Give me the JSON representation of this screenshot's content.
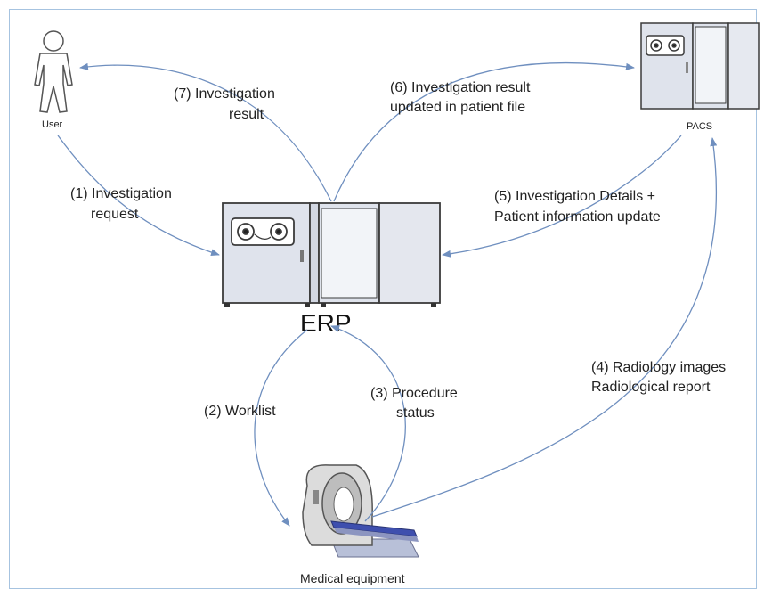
{
  "colors": {
    "arrow": "#6f8fbf",
    "border": "#a6c3e0",
    "machine_fill": "#dfe3ec",
    "machine_stroke": "#3b3b3b"
  },
  "nodes": {
    "user": {
      "label": "User",
      "icon": "person-icon"
    },
    "pacs": {
      "label": "PACS",
      "icon": "server-cabinet-icon"
    },
    "erp": {
      "label": "ERP",
      "icon": "server-cabinet-icon"
    },
    "equipment": {
      "label": "Medical equipment",
      "icon": "ct-scanner-icon"
    }
  },
  "flows": {
    "f1": [
      "(1) Investigation",
      "request"
    ],
    "f2": [
      "(2) Worklist"
    ],
    "f3": [
      "(3) Procedure",
      "status"
    ],
    "f4": [
      "(4) Radiology images",
      "Radiological report"
    ],
    "f5": [
      "(5) Investigation Details +",
      "Patient information update"
    ],
    "f6": [
      "(6) Investigation result",
      "updated in patient file"
    ],
    "f7": [
      "(7) Investigation",
      "result"
    ]
  }
}
